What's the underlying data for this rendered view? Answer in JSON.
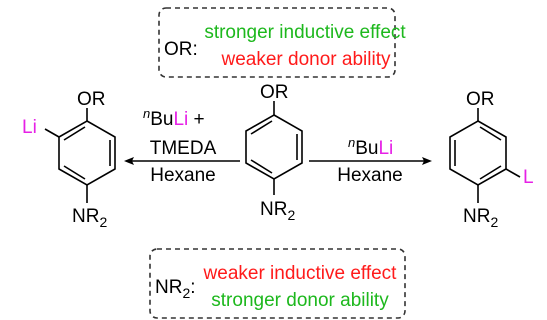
{
  "colors": {
    "black": "#000000",
    "green": "#1db81d",
    "red": "#ff1a1a",
    "magenta": "#e620e6",
    "box_border": "#333333"
  },
  "top_box": {
    "prefix": "OR:",
    "line1": "stronger inductive effect",
    "line2": "weaker donor ability"
  },
  "bottom_box": {
    "prefix_main": "NR",
    "prefix_sub": "2",
    "prefix_colon": ":",
    "line1": "weaker inductive effect",
    "line2": "stronger donor ability"
  },
  "center_molecule": {
    "top_group": "OR",
    "bottom_group_main": "NR",
    "bottom_group_sub": "2"
  },
  "left_molecule": {
    "top_group": "OR",
    "substituent": "Li",
    "bottom_group_main": "NR",
    "bottom_group_sub": "2"
  },
  "right_molecule": {
    "top_group": "OR",
    "substituent": "L",
    "bottom_group_main": "NR",
    "bottom_group_sub": "2"
  },
  "left_arrow": {
    "reagent_super": "n",
    "reagent_main": "Bu",
    "reagent_metal": "Li",
    "reagent_plus": " +",
    "additive": "TMEDA",
    "solvent": "Hexane"
  },
  "right_arrow": {
    "reagent_super": "n",
    "reagent_main": "Bu",
    "reagent_metal": "Li",
    "solvent": "Hexane"
  }
}
